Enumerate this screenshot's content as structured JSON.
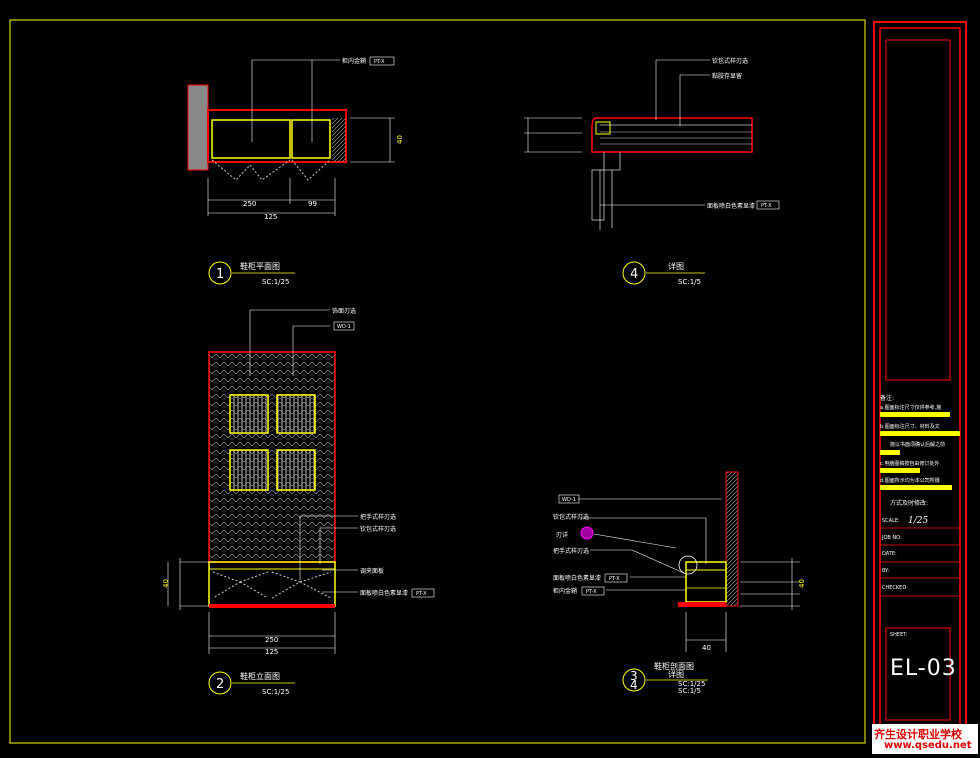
{
  "views": {
    "plan": {
      "number": "1",
      "title": "鞋柜平面图",
      "scale": "SC:1/25",
      "dim_left": "250",
      "dim_right": "99",
      "dim_total": "125",
      "dim_side": "40",
      "note": "柜内金鞘",
      "tag": "PT-X"
    },
    "detail": {
      "number": "4",
      "title": "详图",
      "scale": "SC:1/5",
      "note_top": "钦包式样刃选",
      "note_mid": "黏胶存显留",
      "note_bottom": "面板喷白色素显漆",
      "tag": "PT-X"
    },
    "elevation": {
      "number": "2",
      "title": "鞋柜立面图",
      "scale": "SC:1/25",
      "dim_width": "250",
      "dim_total": "125",
      "note_top": "饰面刃选",
      "tag_top": "WD-1",
      "note_handle": "把手式样刃选",
      "note_trim": "钦包式样刃选",
      "note_glass": "调夹面板",
      "note_paint": "面板喷白色素显漆",
      "tag_paint": "PT-X",
      "dim_left_a": "40"
    },
    "section": {
      "number": "3",
      "number_overlay": "4",
      "title": "鞋柜剖面图",
      "title_overlay": "详图",
      "scale": "SC:1/25",
      "scale_overlay": "SC:1/5",
      "tag_top": "WD-1",
      "note_trim": "钦包式样刃选",
      "detail_ref_label": "刃详",
      "note_handle": "把手式样刃选",
      "note_paint": "面板喷白色素显漆",
      "tag_paint": "PT-X",
      "note_inner": "柜内金鞘",
      "tag_inner": "PT-X",
      "dim_bottom": "40",
      "dim_right": "40"
    }
  },
  "title_block": {
    "notes_heading": "备注:",
    "notes": [
      "a.图面标注尺寸仅供参考,施",
      "b.图面标注尺寸、材料及文",
      "施以书面须确认后解之前",
      "c.电脑图稿按自由修订处外",
      "d.图面所示均为本公司所摄"
    ],
    "revision_label": "方式及时修改:",
    "scale_label": "SCALE:",
    "scale_value": "1/25",
    "job_label": "JOB NO:",
    "date_label": "DATE:",
    "by_label": "BY:",
    "checked_label": "CHECKED:",
    "sheet_label": "SHEET:",
    "sheet_number": "EL-03"
  },
  "watermark": {
    "line1": "齐生设计职业学校",
    "line2": "www.qsedu.net"
  },
  "colors": {
    "background": "#000000",
    "frame": "#ffff00",
    "titleblock": "#ff0000",
    "lines": "#ffffff",
    "cabinet": "#ffff00",
    "accent": "#ff00ff"
  }
}
